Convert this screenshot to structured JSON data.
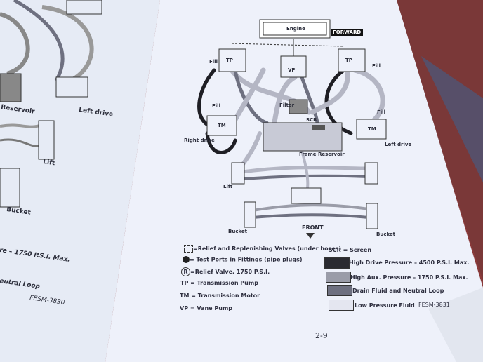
{
  "left_page": {
    "labels": [
      "Reservoir",
      "Left drive",
      "Lift",
      "Bucket"
    ],
    "legend_fragments": [
      "re – 1750 P.S.I. Max.",
      "eutral Loop"
    ],
    "figure_id": "FESM-3830"
  },
  "right_page": {
    "diagram": {
      "engine": "Engine",
      "forward": "FORWARD",
      "tp": "TP",
      "vp": "VP",
      "tm": "TM",
      "fill": "Fill",
      "filter": "Filter",
      "scr": "SCR",
      "right_drive": "Right drive",
      "left_drive": "Left drive",
      "frame_reservoir": "Frame Reservoir",
      "lift": "Lift",
      "bucket": "Bucket",
      "front": "FRONT"
    },
    "legend_left": [
      "=Relief and Replenishing Valves (under hoses)",
      "= Test Ports in Fittings (pipe plugs)",
      "=Relief Valve, 1750 P.S.I.",
      "TP = Transmission Pump",
      "TM = Transmission Motor",
      "VP = Vane Pump"
    ],
    "relief_symbol": "R",
    "legend_right": {
      "scr": "SCR = Screen",
      "items": [
        {
          "label": "High Drive Pressure – 4500 P.S.I. Max.",
          "color": "#2a2a30"
        },
        {
          "label": "High Aux. Pressure – 1750 P.S.I. Max.",
          "color": "#9a9ca8"
        },
        {
          "label": "Drain Fluid and Neutral Loop",
          "color": "#6e7080"
        },
        {
          "label": "Low Pressure Fluid",
          "color": "#e4e6f0"
        }
      ]
    },
    "figure_id": "FESM-3831",
    "page_number": "2-9"
  }
}
